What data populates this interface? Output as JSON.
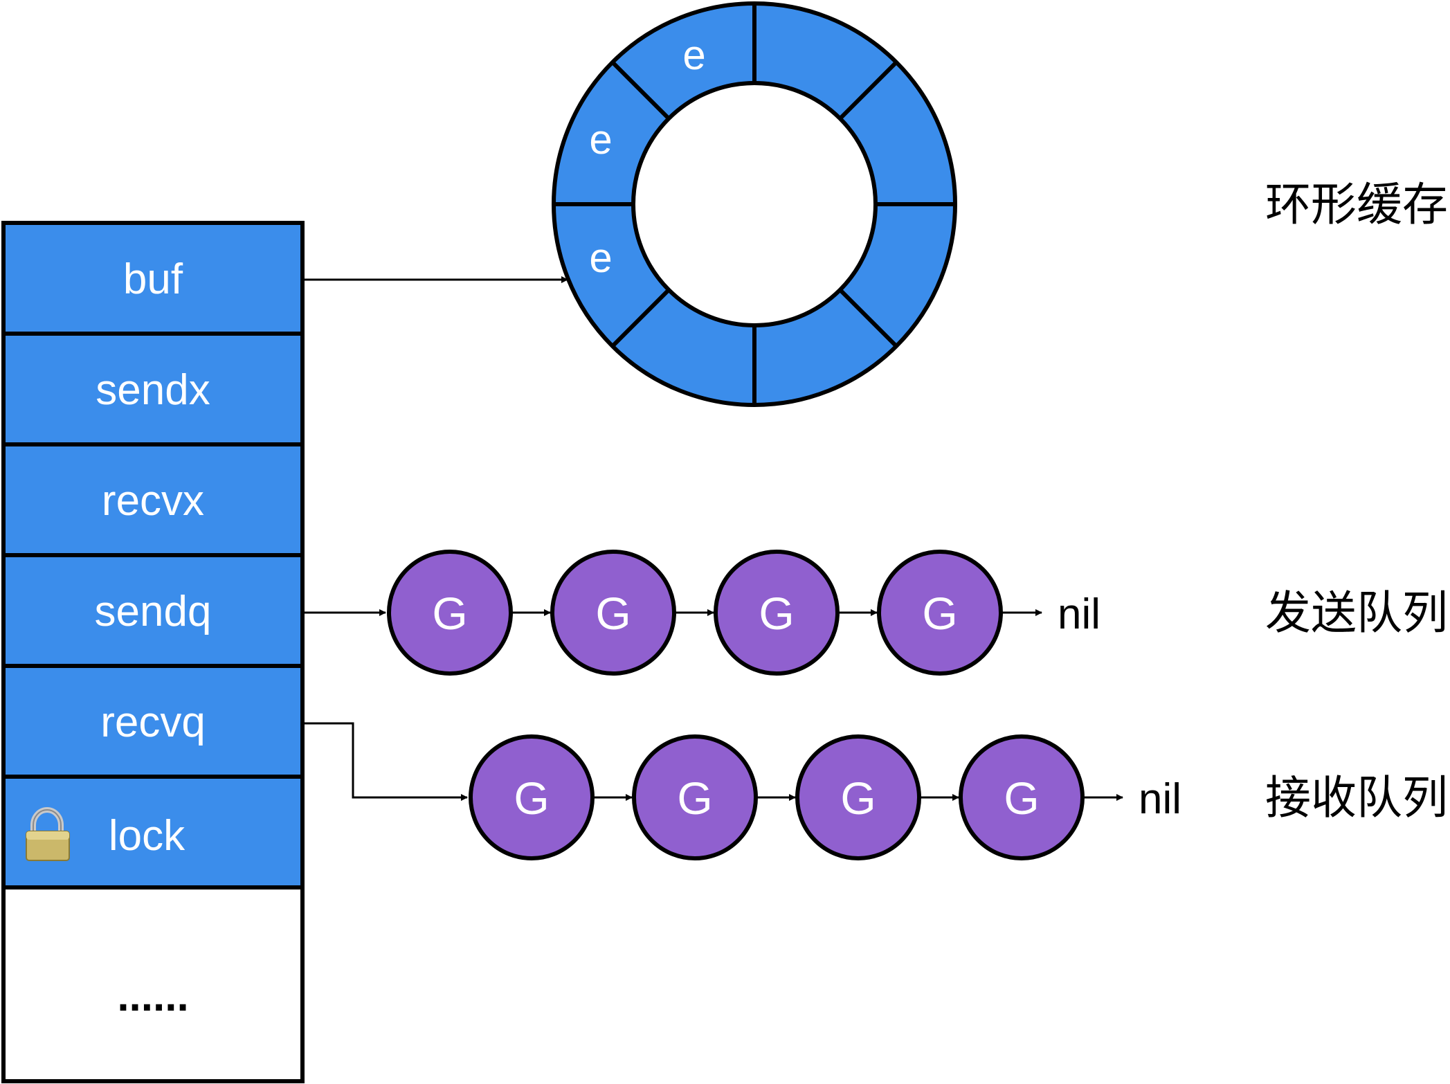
{
  "colors": {
    "field_fill": "#3b8deb",
    "node_fill": "#9060cf",
    "ring_fill": "#3b8deb",
    "stroke": "#000000"
  },
  "struct": {
    "fields": [
      "buf",
      "sendx",
      "recvx",
      "sendq",
      "recvq",
      "lock"
    ],
    "more": "......",
    "lock_icon": "padlock-icon"
  },
  "ring": {
    "label": "环形缓存",
    "slot_text": "e"
  },
  "send_queue": {
    "label": "发送队列",
    "nodes": [
      "G",
      "G",
      "G",
      "G"
    ],
    "terminator": "nil"
  },
  "recv_queue": {
    "label": "接收队列",
    "nodes": [
      "G",
      "G",
      "G",
      "G"
    ],
    "terminator": "nil"
  }
}
